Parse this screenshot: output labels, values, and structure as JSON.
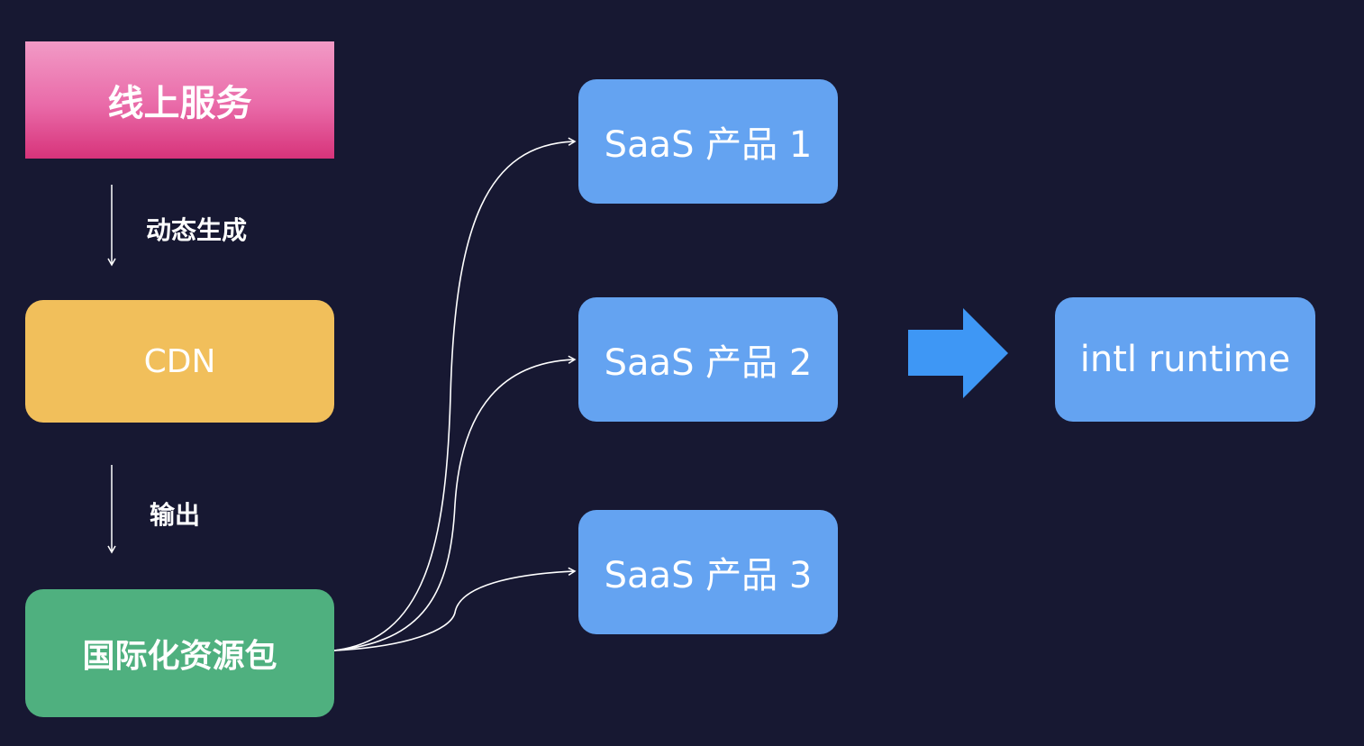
{
  "nodes": {
    "online_service": "线上服务",
    "cdn": "CDN",
    "i18n_package": "国际化资源包",
    "saas1": "SaaS 产品 1",
    "saas2": "SaaS 产品 2",
    "saas3": "SaaS 产品 3",
    "intl_runtime": "intl runtime"
  },
  "edges": {
    "online_to_cdn": "动态生成",
    "cdn_to_package": "输出"
  },
  "colors": {
    "background": "#171832",
    "online_top": "#f29ac6",
    "online_bottom": "#d7337a",
    "cdn": "#f1bf5b",
    "package": "#4fb07f",
    "saas": "#64a3f1",
    "arrow": "#3e97f5"
  }
}
